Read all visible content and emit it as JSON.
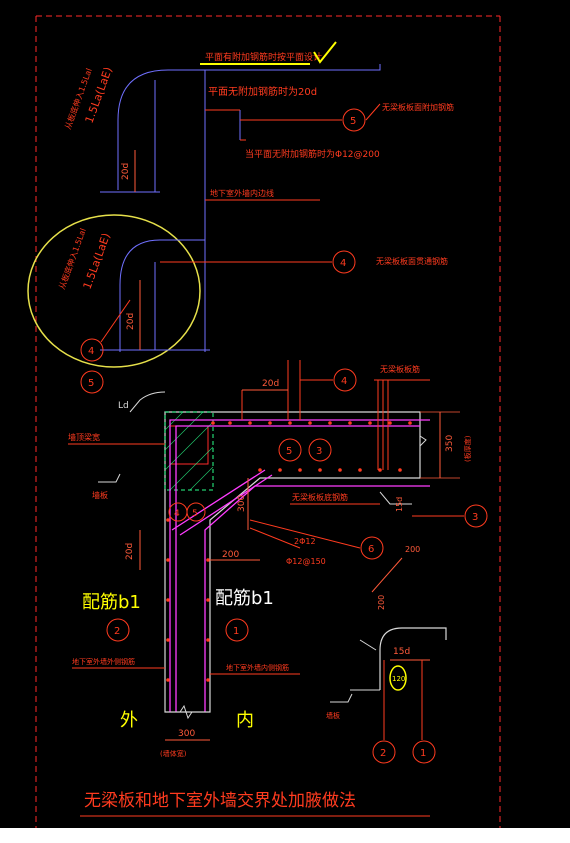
{
  "colors": {
    "background": "#000000",
    "dash_border": "#ff2a2a",
    "annotation": "#ff3b1f",
    "dimension": "#ff5a3a",
    "concrete": "#d8d8d8",
    "steel": "#ff3cff",
    "leader_blue": "#7070ff",
    "yellow": "#ffff00",
    "column_hatch": "#2aff8a",
    "white": "#ffffff"
  },
  "labels": {
    "top_note": "平面有附加钢筋时按平面设计",
    "no_add_note": "平面无附加钢筋时为20d",
    "anchor_left_top": "从板底伸入1.5Lal",
    "anchor_left_top_2": "1.5La(LaE)",
    "anchor_left_mid": "从板底伸入1.5Lal",
    "anchor_left_mid_2": "1.5La(LaE)",
    "dim_20d_a": "20d",
    "dim_20d_b": "20d",
    "dim_20d_c": "20d",
    "dim_20d_d": "20d",
    "callout_5_text": "无梁板板面附加钢筋",
    "stirrup_note": "当平面无附加钢筋时为Φ12@200",
    "wall_inner_note": "地下室外墙内边线",
    "callout_4_text": "无梁板板面贯通钢筋",
    "slab_bar_note": "无梁板板筋",
    "wall_top_label": "墙顶梁宽",
    "slab_bottom_note": "无梁板板底钢筋",
    "dim_350": "350",
    "dim_300": "300",
    "dim_200": "200",
    "dim_15d": "15d",
    "dim_200_b": "200",
    "dim_200_c": "200",
    "bar_2phi12": "2Φ12",
    "bar_phi12_150": "Φ12@150",
    "config_left": "配筋b1",
    "config_right": "配筋b1",
    "wall_outer_rebar": "地下室外墙外侧钢筋",
    "wall_inner_rebar": "地下室外墙内侧钢筋",
    "outer": "外",
    "inner": "内",
    "dim_300_bottom": "300",
    "dim_15d_b": "15d",
    "wall_width_note": "(墙体宽)",
    "slab_thickness_note": "(板厚度)",
    "title": "无梁板和地下室外墙交界处加腋做法",
    "mark_left": "墙板",
    "mark_right": "墙板",
    "ld": "Ld",
    "circled_120": "120"
  },
  "callouts": {
    "c5_top": "5",
    "c4_mid": "4",
    "c4_left": "4",
    "c5_left": "5",
    "c4_detail": "4",
    "c5_detail": "5",
    "c3_detail": "3",
    "c4_col": "4",
    "c5_col": "5",
    "c3_right": "3",
    "c6": "6",
    "c2_left": "2",
    "c1_mid": "1",
    "c2_bottom": "2",
    "c1_bottom": "1"
  }
}
